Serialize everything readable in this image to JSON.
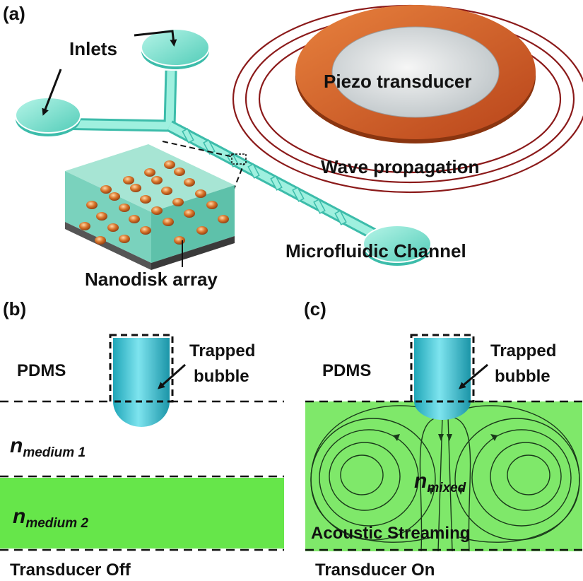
{
  "panels": {
    "a": "(a)",
    "b": "(b)",
    "c": "(c)"
  },
  "panel_a": {
    "inlets": "Inlets",
    "piezo": "Piezo transducer",
    "wave": "Wave propagation",
    "nanodisk": "Nanodisk array",
    "channel": "Microfluidic Channel"
  },
  "panel_b": {
    "pdms": "PDMS",
    "trapped_line1": "Trapped",
    "trapped_line2": "bubble",
    "medium1_symbol": "n",
    "medium1_sub": "medium 1",
    "medium2_symbol": "n",
    "medium2_sub": "medium 2",
    "caption": "Transducer Off"
  },
  "panel_c": {
    "pdms": "PDMS",
    "trapped_line1": "Trapped",
    "trapped_line2": "bubble",
    "mixed_symbol": "n",
    "mixed_sub": "mixed",
    "streaming": "Acoustic Streaming",
    "caption": "Transducer On"
  },
  "colors": {
    "teal": "#7fe6d2",
    "teal_dark": "#3cbcaa",
    "copper": "#d2581e",
    "wave_ring": "#8b1a1a",
    "green_medium": "#66e64a",
    "bubble": "#3cc6d6",
    "nanodisk": "#d06a24"
  }
}
